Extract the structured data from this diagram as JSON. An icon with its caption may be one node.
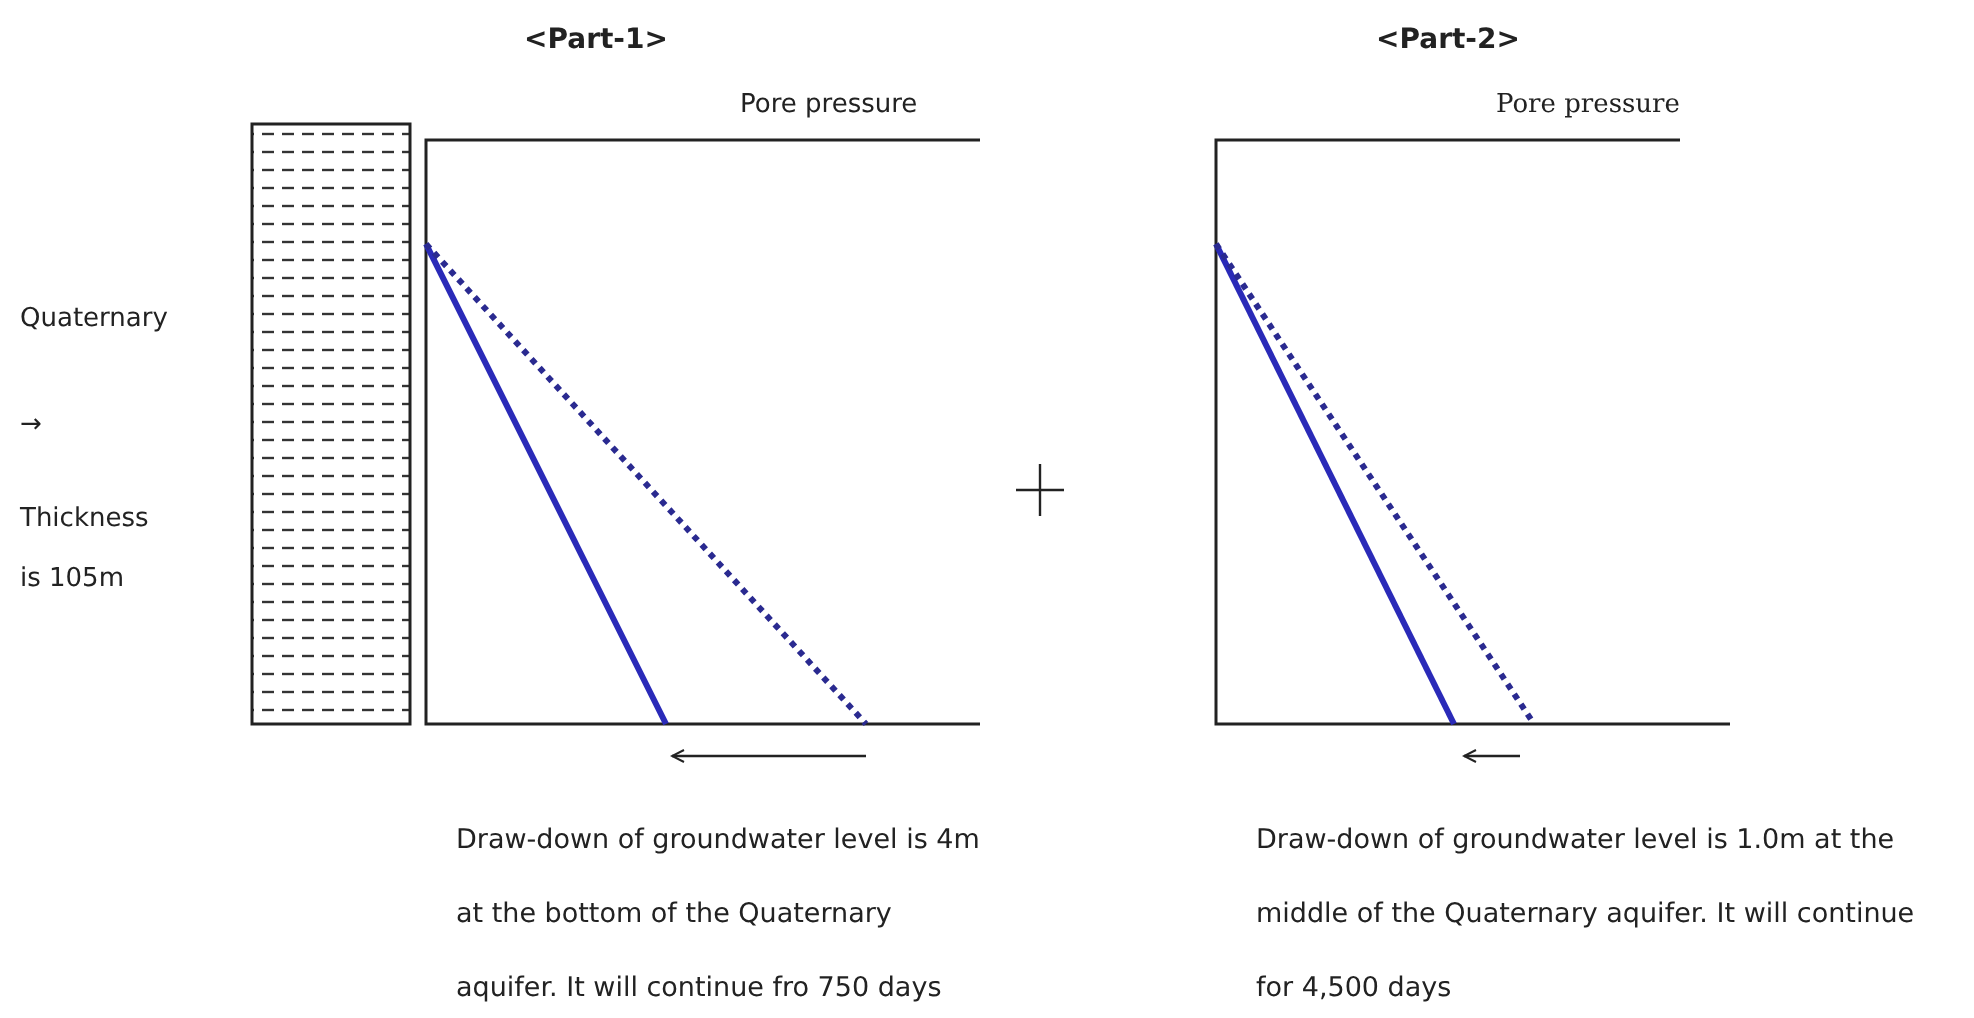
{
  "diagram": {
    "labels": [
      "<Part-1>",
      "<Part-2>",
      "Pore pressure",
      "Pore pressure",
      "Quaternary",
      "→",
      "Thickness is 105m",
      "Draw-down of groundwater level is 4m at the bottom of the Quaternary aquifer. It will continue fro 750 days",
      "Draw-down of groundwater level is 1.0m at the middle of the Quaternary aquifer. It will continue for 4,500 days"
    ]
  }
}
